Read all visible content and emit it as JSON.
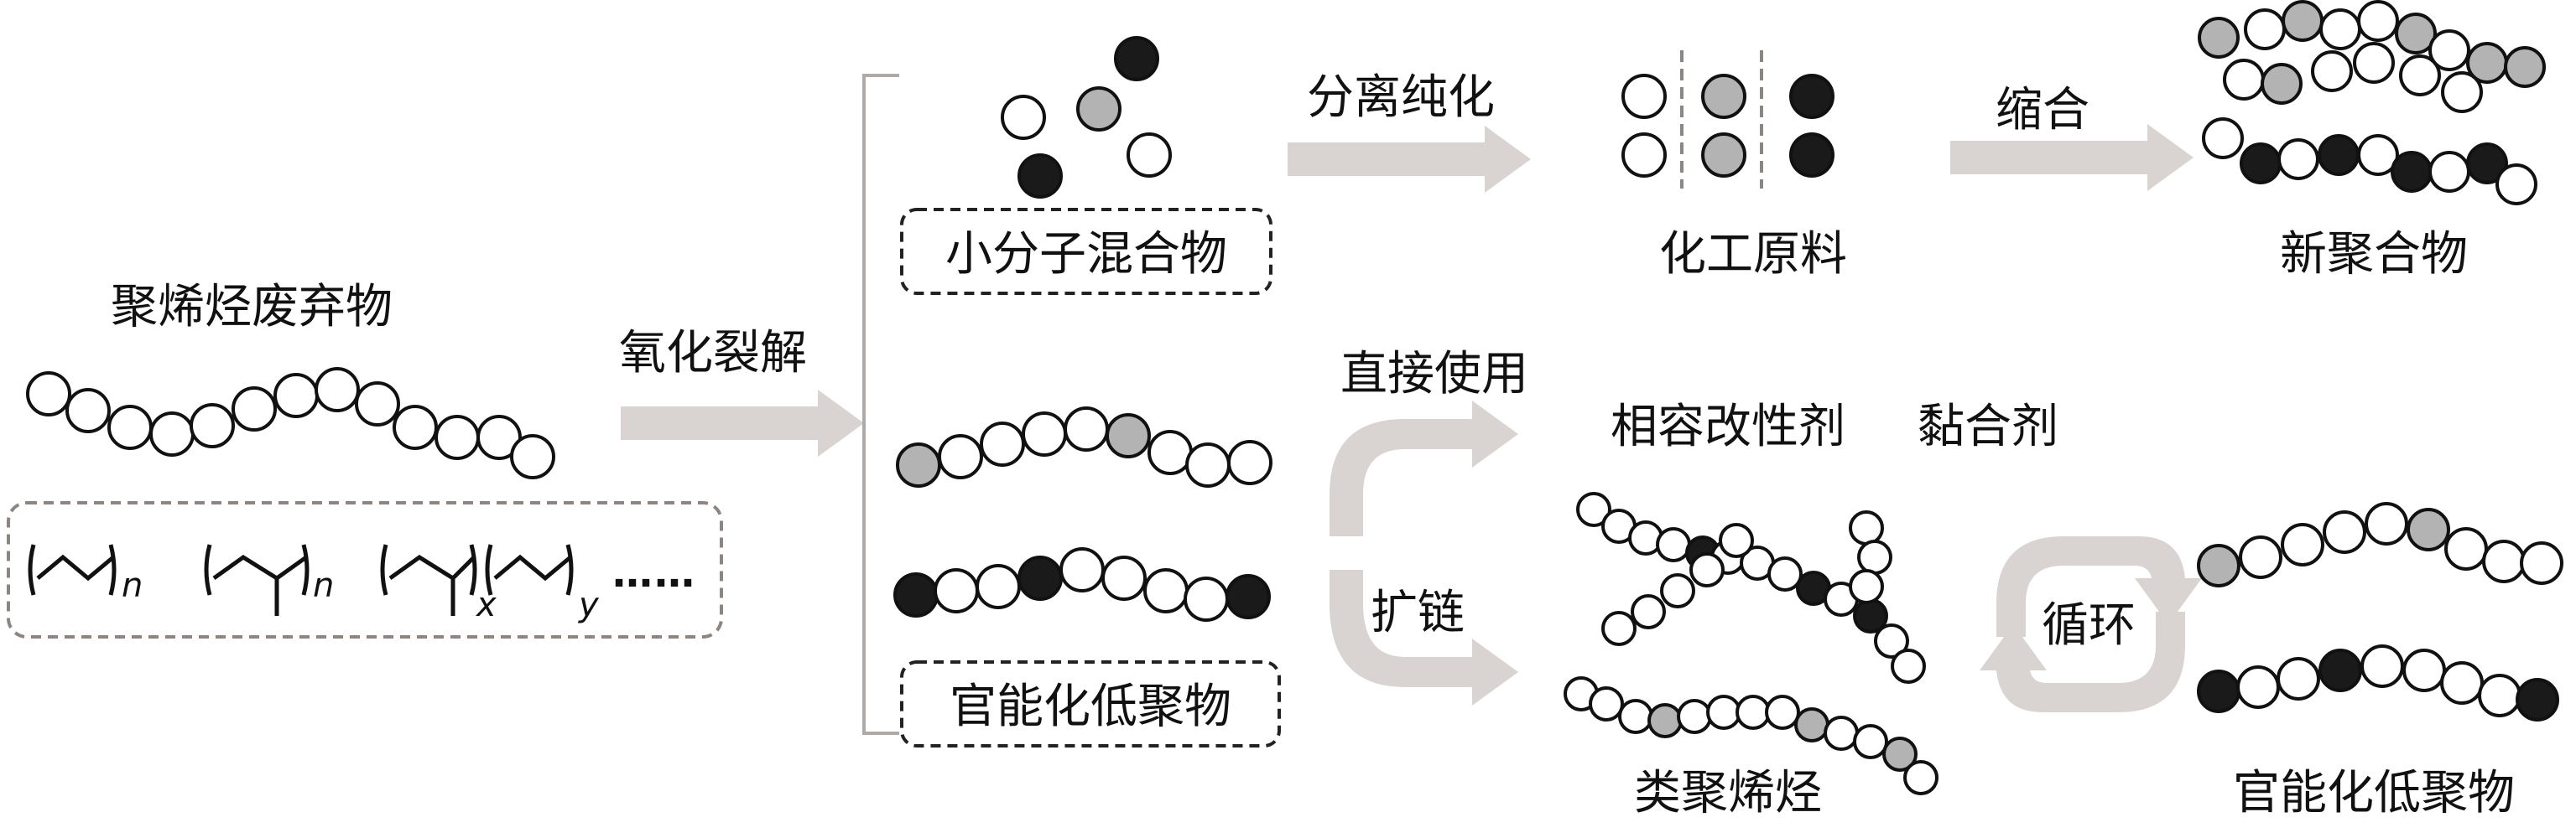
{
  "source": {
    "title": "聚烯烃废弃物",
    "formula_subscripts": [
      "n",
      "n",
      "x",
      "y"
    ],
    "more": "……"
  },
  "process": {
    "oxidative_cleavage": "氧化裂解",
    "separation_purification": "分离纯化",
    "condensation": "缩合",
    "direct_use": "直接使用",
    "chain_extension": "扩链",
    "cycle": "循环"
  },
  "products": {
    "small_molecule_mixture": "小分子混合物",
    "functional_oligomer_box": "官能化低聚物",
    "chemical_feedstock": "化工原料",
    "new_polymer": "新聚合物",
    "compatibilizer": "相容改性剂",
    "adhesive": "黏合剂",
    "polyolefin_like": "类聚烯烃",
    "functional_oligomer": "官能化低聚物"
  },
  "colors": {
    "bead_white": "#ffffff",
    "bead_gray": "#b3b3b3",
    "bead_black": "#1a1a1a",
    "arrow": "#d9d4d1",
    "box_border": "#8c8582"
  }
}
